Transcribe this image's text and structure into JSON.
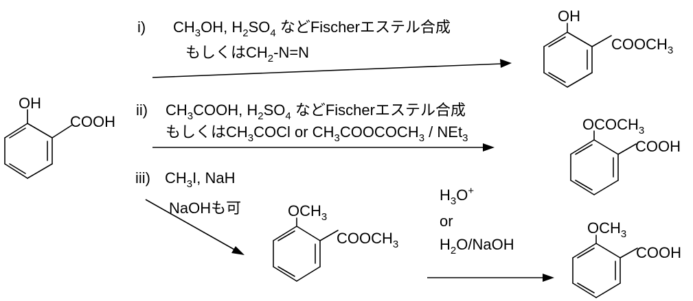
{
  "start": {
    "oh": "OH",
    "cooh": "COOH"
  },
  "route1": {
    "label": "i)",
    "line1": {
      "a": "CH",
      "a_sub": "3",
      "b": "OH, H",
      "b_sub": "2",
      "c": "SO",
      "c_sub": "4",
      "d": " などFischerエステル合成"
    },
    "line2": {
      "a": "もしくはCH",
      "a_sub": "2",
      "b": "-N=N"
    },
    "product": {
      "oh": "OH",
      "ester_a": "COOCH",
      "ester_sub": "3"
    }
  },
  "route2": {
    "label": "ii)",
    "line1": {
      "a": "CH",
      "a_sub": "3",
      "b": "COOH, H",
      "b_sub": "2",
      "c": "SO",
      "c_sub": "4",
      "d": " などFischerエステル合成"
    },
    "line2": {
      "a": "もしくはCH",
      "a_sub": "3",
      "b": "COCl or CH",
      "b_sub": "3",
      "c": "COOCOCH",
      "c_sub": "3",
      "d": " / NEt",
      "d_sub": "3"
    },
    "product": {
      "sub_a": "OCOCH",
      "sub_sub": "3",
      "cooh": "COOH"
    }
  },
  "route3": {
    "label": "iii)",
    "line1": {
      "a": "CH",
      "a_sub": "3",
      "b": "I, NaH"
    },
    "line2": "NaOHも可",
    "intermediate": {
      "ome_a": "OCH",
      "ome_sub": "3",
      "ester_a": "COOCH",
      "ester_sub": "3"
    },
    "hydrolysis": {
      "l1_a": "H",
      "l1_sub": "3",
      "l1_b": "O",
      "l1_sup": "+",
      "l2": "or",
      "l3_a": "H",
      "l3_sub": "2",
      "l3_b": "O/NaOH"
    },
    "product": {
      "ome_a": "OCH",
      "ome_sub": "3",
      "cooh": "COOH"
    }
  }
}
